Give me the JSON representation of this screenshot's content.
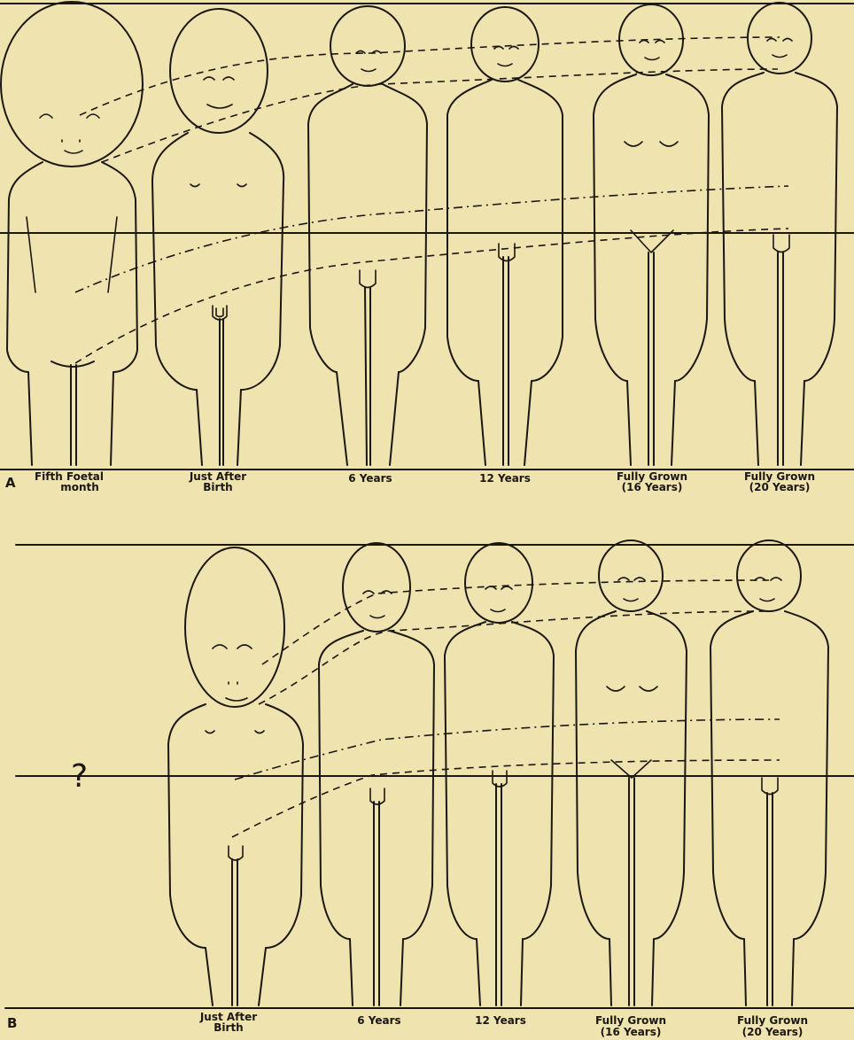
{
  "panels": [
    {
      "letter": "A",
      "figures": [
        {
          "label_line1": "Fifth  Foetal",
          "label_line2": "month"
        },
        {
          "label_line1": "Just After",
          "label_line2": "Birth"
        },
        {
          "label_line1": "6 Years",
          "label_line2": ""
        },
        {
          "label_line1": "12 Years",
          "label_line2": ""
        },
        {
          "label_line1": "Fully Grown",
          "label_line2": "(16 Years)"
        },
        {
          "label_line1": "Fully Grown",
          "label_line2": "(20 Years)"
        }
      ]
    },
    {
      "letter": "B",
      "question_mark": "?",
      "figures": [
        {
          "label_line1": "Just After",
          "label_line2": "Birth"
        },
        {
          "label_line1": "6 Years",
          "label_line2": ""
        },
        {
          "label_line1": "12 Years",
          "label_line2": ""
        },
        {
          "label_line1": "Fully Grown",
          "label_line2": "(16 Years)"
        },
        {
          "label_line1": "Fully Grown",
          "label_line2": "(20 Years)"
        }
      ]
    }
  ],
  "colors": {
    "background": "#efe3b0",
    "ink": "#1b1712"
  }
}
